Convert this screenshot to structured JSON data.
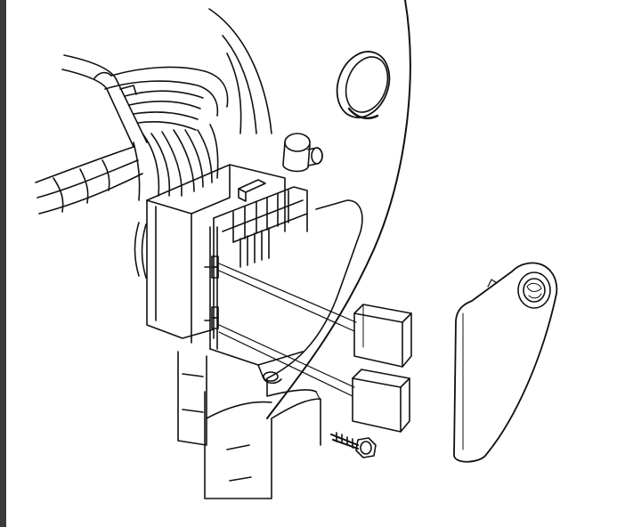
{
  "figure": {
    "kind": "exploded-view line drawing",
    "ink_color": "#111111",
    "paper_color": "#ffffff",
    "edge_color": "#3a3a3a"
  },
  "parts": [
    {
      "name": "wiring-harness"
    },
    {
      "name": "interior-panel"
    },
    {
      "name": "plug-grommet"
    },
    {
      "name": "retaining-stud"
    },
    {
      "name": "junction-block"
    },
    {
      "name": "mounting-bracket"
    },
    {
      "name": "upper-relay"
    },
    {
      "name": "lower-relay"
    },
    {
      "name": "mounting-bolt"
    },
    {
      "name": "access-cover"
    }
  ]
}
